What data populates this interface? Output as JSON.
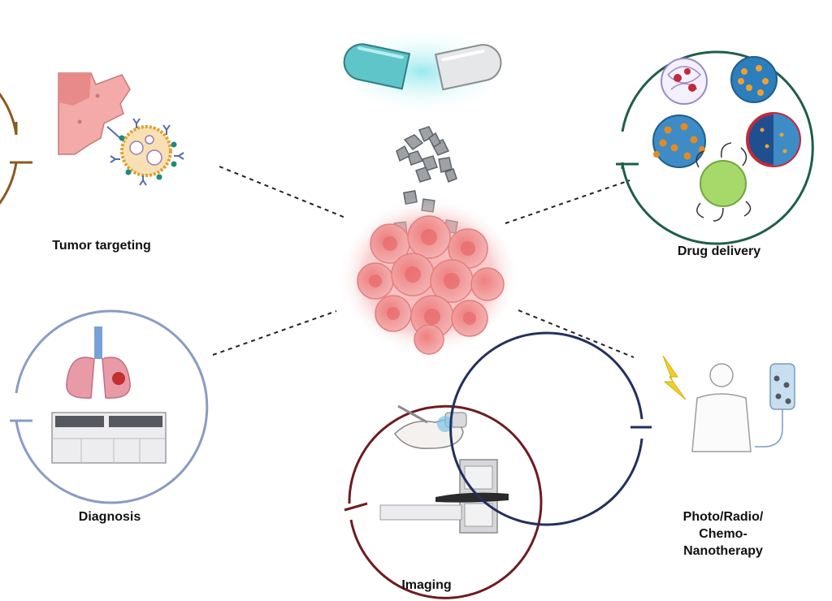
{
  "center": {
    "subject": "tumor",
    "icons": [
      "capsule-icon",
      "nanoparticle-cluster-icon",
      "tumor-cell-cluster-icon"
    ]
  },
  "applications": {
    "tumor_targeting": {
      "label": "Tumor targeting",
      "color": "#8a5a1e",
      "icon": "targeted-nanoparticle-icon"
    },
    "drug_delivery": {
      "label": "Drug delivery",
      "color": "#1e5e4a",
      "icon": "nanocarrier-icon"
    },
    "diagnosis": {
      "label": "Diagnosis",
      "color": "#8a9cc4",
      "icon": "lungs-analyzer-icon"
    },
    "imaging": {
      "label": "Imaging",
      "color": "#6e1c22",
      "icon": "mri-scanner-icon"
    },
    "therapy": {
      "lines": [
        "Photo/Radio/",
        "Chemo-",
        "Nanotherapy"
      ],
      "color": "#232f5e",
      "icon": "patient-iv-icon"
    }
  }
}
